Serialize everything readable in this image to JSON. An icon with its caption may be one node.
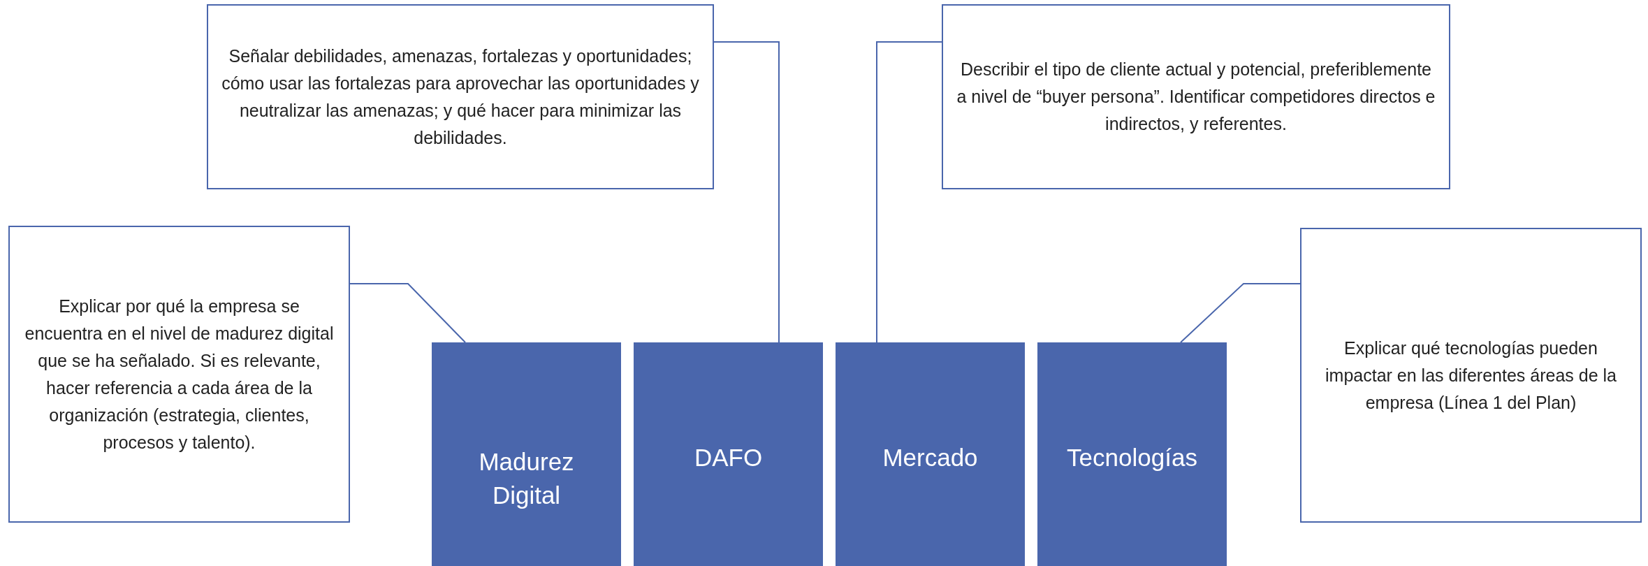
{
  "diagram": {
    "nodes": [
      {
        "text": [
          "Señalar debilidades, amenazas, fortalezas y oportunidades; cómo usar las fortalezas para aprovechar las oportunidades y neutralizar las amenazas; y qué hacer para minimizar las debilidades."
        ]
      },
      {
        "text": [
          "Describir el tipo de cliente actual y potencial, preferiblemente a nivel de “buyer persona”. Identificar competidores directos e indirectos, y referentes."
        ]
      },
      {
        "text": [
          "Explicar por qué la empresa se encuentra en el nivel de madurez digital que se ha señalado. Si es relevante, hacer referencia a cada área de la organización (estrategia, clientes, procesos y talento)."
        ]
      },
      {
        "text": [
          "Explicar qué tecnologías pueden impactar en las diferentes áreas de la empresa (Línea 1 del Plan)"
        ]
      },
      {
        "text": [
          "Madurez Digital"
        ]
      },
      {
        "text": [
          "DAFO"
        ]
      },
      {
        "text": [
          "Mercado"
        ]
      },
      {
        "text": [
          "Tecnologías"
        ]
      }
    ],
    "edges": [
      {
        "from": 2,
        "to": 4,
        "arrow": "none"
      },
      {
        "from": 0,
        "to": 5,
        "arrow": "none"
      },
      {
        "from": 1,
        "to": 6,
        "arrow": "none"
      },
      {
        "from": 3,
        "to": 7,
        "arrow": "none"
      }
    ]
  }
}
